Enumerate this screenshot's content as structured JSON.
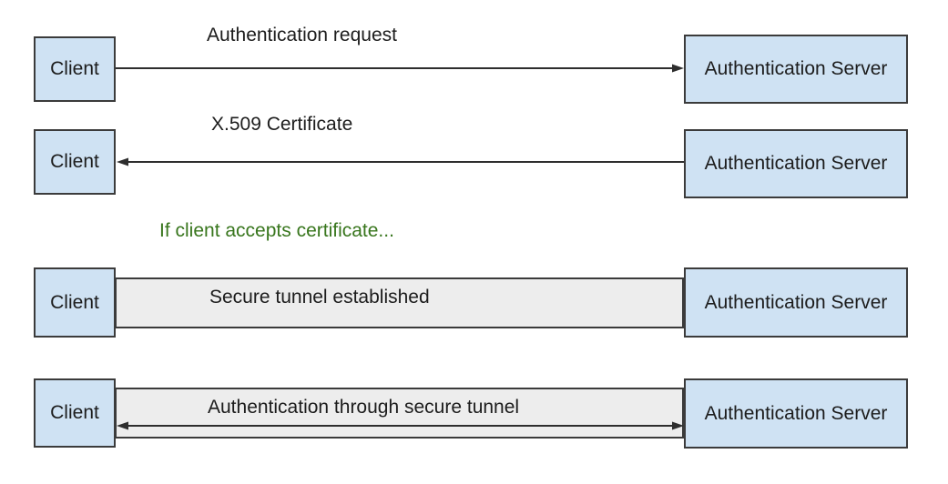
{
  "nodes": {
    "client": "Client",
    "server": "Authentication Server"
  },
  "steps": [
    {
      "label": "Authentication request",
      "from": "Client",
      "to": "Authentication Server",
      "arrow": "right"
    },
    {
      "label": "X.509 Certificate",
      "from": "Authentication Server",
      "to": "Client",
      "arrow": "left"
    },
    {
      "label": "Secure tunnel established",
      "type": "tunnel",
      "arrow": "none"
    },
    {
      "label": "Authentication through secure tunnel",
      "type": "tunnel",
      "arrow": "both"
    }
  ],
  "note": {
    "text": "If client accepts certificate...",
    "color": "#38761d"
  },
  "colors": {
    "node_fill": "#cfe2f3",
    "node_border": "#3b3b3b",
    "tunnel_fill": "#ededed",
    "connector": "#2e2e2e",
    "text": "#1c1c1c"
  }
}
